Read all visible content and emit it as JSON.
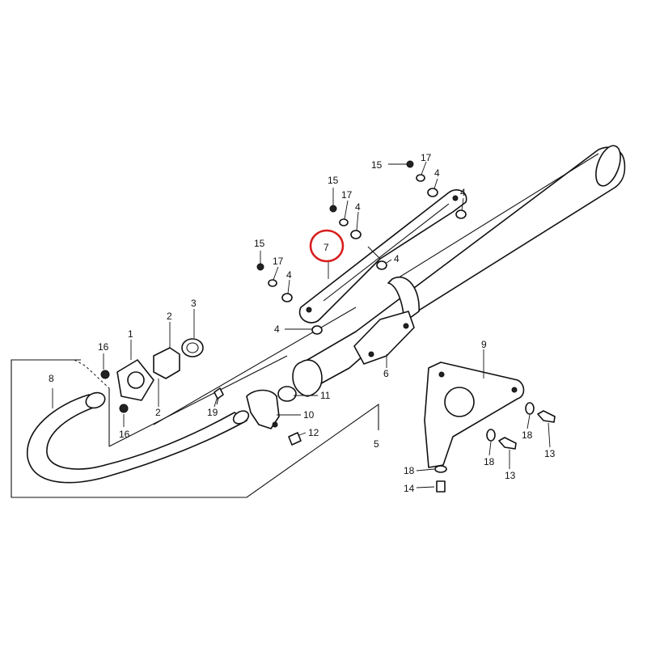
{
  "highlight_color": "#d81e1e",
  "callouts": [
    {
      "id": "c8",
      "text": "8"
    },
    {
      "id": "c16a",
      "text": "16"
    },
    {
      "id": "c16b",
      "text": "16"
    },
    {
      "id": "c1",
      "text": "1"
    },
    {
      "id": "c2a",
      "text": "2"
    },
    {
      "id": "c2b",
      "text": "2"
    },
    {
      "id": "c3",
      "text": "3"
    },
    {
      "id": "c19",
      "text": "19"
    },
    {
      "id": "c10",
      "text": "10"
    },
    {
      "id": "c11",
      "text": "11"
    },
    {
      "id": "c12",
      "text": "12"
    },
    {
      "id": "c5",
      "text": "5"
    },
    {
      "id": "c6",
      "text": "6"
    },
    {
      "id": "c7",
      "text": "7"
    },
    {
      "id": "c4a",
      "text": "4"
    },
    {
      "id": "c4b",
      "text": "4"
    },
    {
      "id": "c4c",
      "text": "4"
    },
    {
      "id": "c4d",
      "text": "4"
    },
    {
      "id": "c4e",
      "text": "4"
    },
    {
      "id": "c4f",
      "text": "4"
    },
    {
      "id": "c15a",
      "text": "15"
    },
    {
      "id": "c15b",
      "text": "15"
    },
    {
      "id": "c15c",
      "text": "15"
    },
    {
      "id": "c17a",
      "text": "17"
    },
    {
      "id": "c17b",
      "text": "17"
    },
    {
      "id": "c17c",
      "text": "17"
    },
    {
      "id": "c9",
      "text": "9"
    },
    {
      "id": "c18a",
      "text": "18"
    },
    {
      "id": "c18b",
      "text": "18"
    },
    {
      "id": "c18c",
      "text": "18"
    },
    {
      "id": "c13a",
      "text": "13"
    },
    {
      "id": "c13b",
      "text": "13"
    },
    {
      "id": "c14",
      "text": "14"
    }
  ]
}
